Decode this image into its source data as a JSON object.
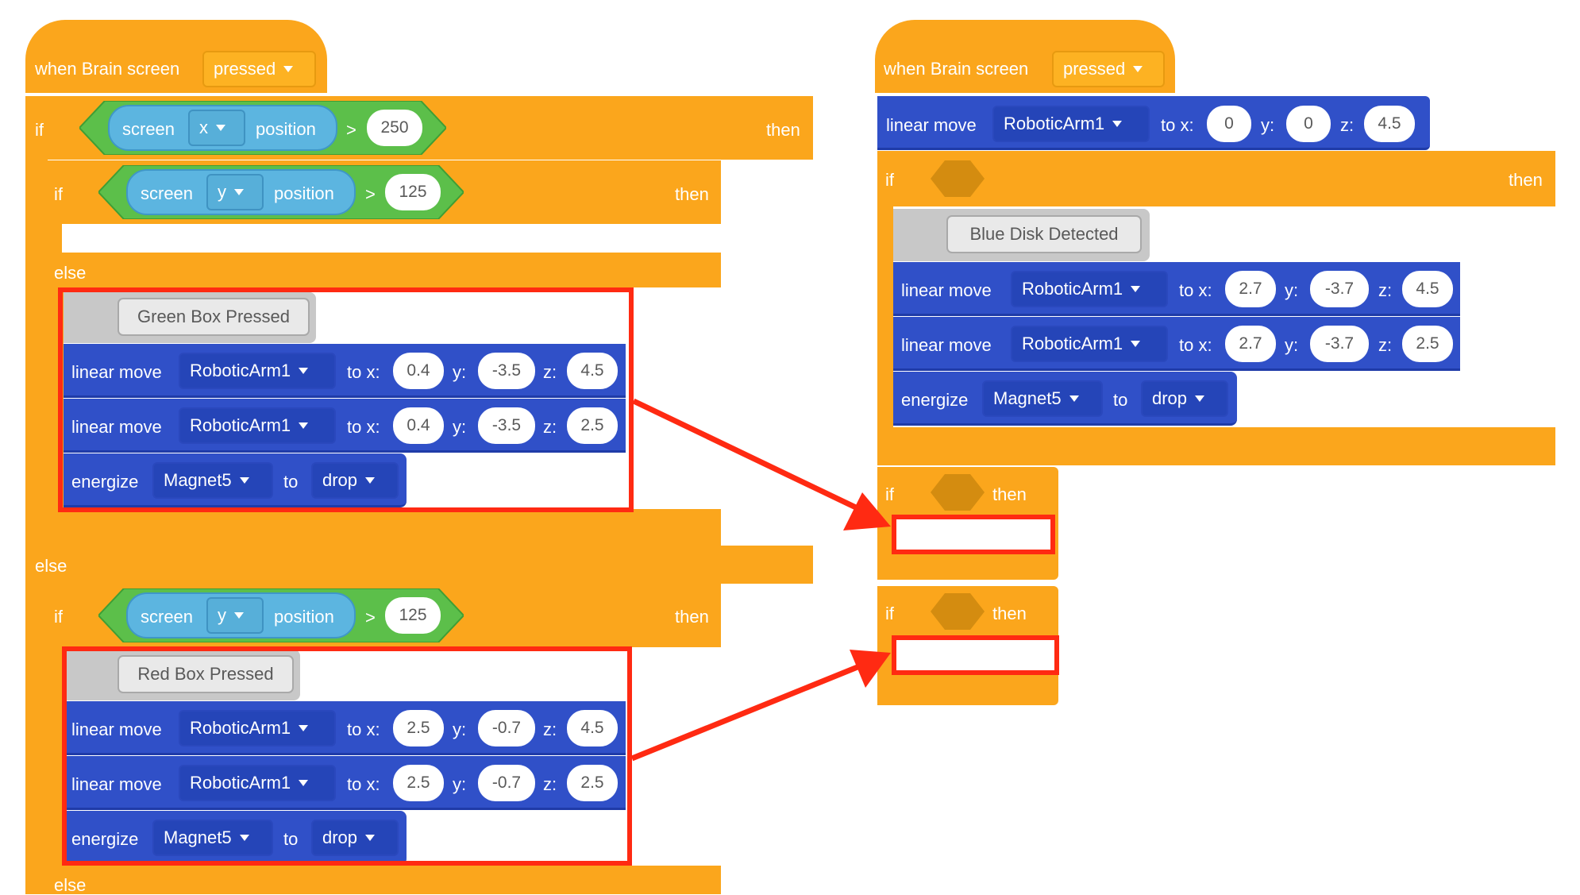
{
  "event_hat": {
    "when_label": "when Brain screen",
    "dropdown": "pressed"
  },
  "keywords": {
    "if": "if",
    "then": "then",
    "else": "else",
    "to_x": "to x:",
    "y": "y:",
    "z": "z:",
    "to": "to",
    "linear_move": "linear move",
    "energize": "energize",
    "gt": ">"
  },
  "sensors": {
    "screen": "screen",
    "position": "position",
    "axis_x": "x",
    "axis_y": "y"
  },
  "left_script": {
    "cond_outer_value": "250",
    "cond_inner_value": "125",
    "cond_second_value": "125",
    "green": {
      "comment": "Green Box Pressed",
      "move1": {
        "arm": "RoboticArm1",
        "x": "0.4",
        "y": "-3.5",
        "z": "4.5"
      },
      "move2": {
        "arm": "RoboticArm1",
        "x": "0.4",
        "y": "-3.5",
        "z": "2.5"
      },
      "energize": {
        "magnet": "Magnet5",
        "mode": "drop"
      }
    },
    "red": {
      "comment": "Red Box Pressed",
      "move1": {
        "arm": "RoboticArm1",
        "x": "2.5",
        "y": "-0.7",
        "z": "4.5"
      },
      "move2": {
        "arm": "RoboticArm1",
        "x": "2.5",
        "y": "-0.7",
        "z": "2.5"
      },
      "energize": {
        "magnet": "Magnet5",
        "mode": "drop"
      }
    }
  },
  "right_script": {
    "home_move": {
      "arm": "RoboticArm1",
      "x": "0",
      "y": "0",
      "z": "4.5"
    },
    "blue": {
      "comment": "Blue Disk Detected",
      "move1": {
        "arm": "RoboticArm1",
        "x": "2.7",
        "y": "-3.7",
        "z": "4.5"
      },
      "move2": {
        "arm": "RoboticArm1",
        "x": "2.7",
        "y": "-3.7",
        "z": "2.5"
      },
      "energize": {
        "magnet": "Magnet5",
        "mode": "drop"
      }
    }
  },
  "colors": {
    "control": "#fba61c",
    "motion": "#3050c8",
    "operator": "#5cbf4a",
    "sensing": "#5cb5e0",
    "highlight": "#ff2a12"
  }
}
